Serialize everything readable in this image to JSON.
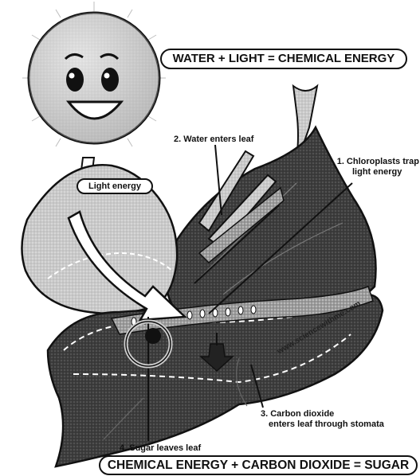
{
  "equation_top": "WATER + LIGHT = CHEMICAL ENERGY",
  "equation_bottom": "CHEMICAL ENERGY + CARBON DIOXIDE = SUGAR",
  "labels": {
    "water_enters": "2. Water enters leaf",
    "chloroplasts_line1": "1. Chloroplasts trap",
    "chloroplasts_line2": "light energy",
    "carbon_dioxide_line1": "3. Carbon dioxide",
    "carbon_dioxide_line2": "enters leaf through stomata",
    "sugar_leaves": "4. Sugar leaves leaf",
    "light_energy": "Light energy"
  },
  "watermark": "www.sciencewithme.com",
  "icons": [
    "smiling-sun-icon",
    "leaf-icon"
  ],
  "colors": {
    "leaf_dark": "#3a3a3a",
    "leaf_light": "#b8b8b8",
    "sun": "#d8d8d8",
    "outline": "#111111"
  }
}
